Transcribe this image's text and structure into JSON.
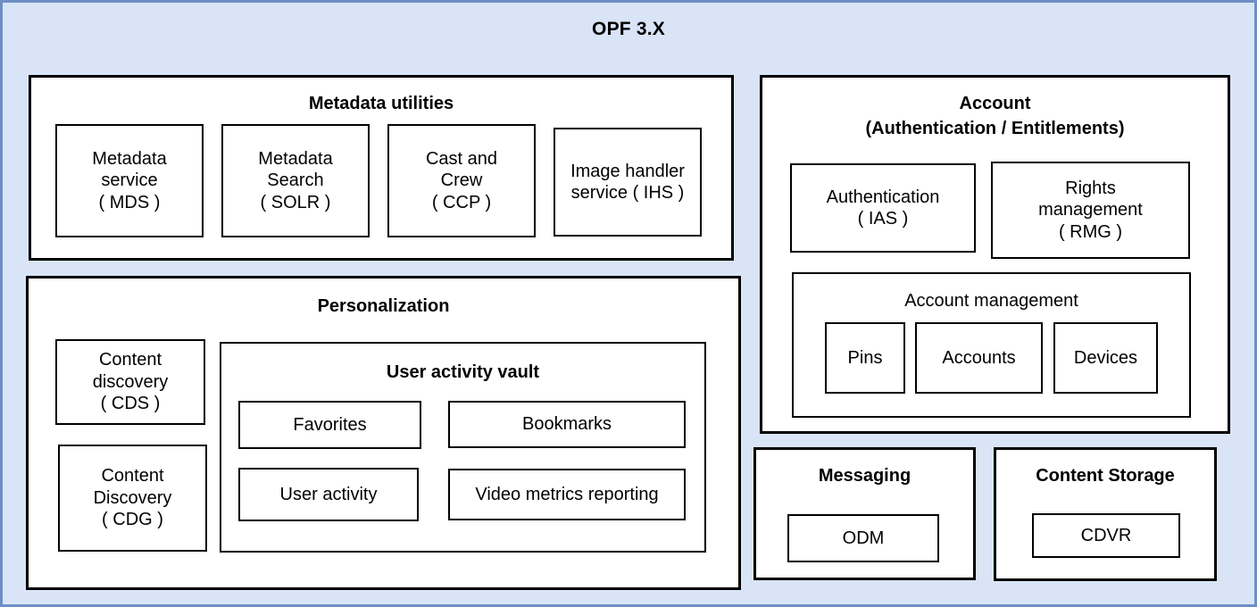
{
  "diagram": {
    "title": "OPF 3.X",
    "background_color": "#d9e4f7",
    "border_color": "#6d8fc4",
    "box_color": "#ffffff",
    "line_color": "#000000"
  },
  "groups": {
    "metadata_utilities": {
      "title": "Metadata utilities",
      "items": [
        {
          "line1": "Metadata",
          "line2": "service",
          "line3": "( MDS )"
        },
        {
          "line1": "Metadata",
          "line2": "Search",
          "line3": "( SOLR )"
        },
        {
          "line1": "Cast and",
          "line2": "Crew",
          "line3": "( CCP )"
        },
        {
          "line1": "Image handler",
          "line2": "service ( IHS )",
          "line3": ""
        }
      ]
    },
    "personalization": {
      "title": "Personalization",
      "left_items": [
        {
          "line1": "Content",
          "line2": "discovery",
          "line3": "( CDS )"
        },
        {
          "line1": "Content",
          "line2": "Discovery",
          "line3": "( CDG )"
        }
      ],
      "vault": {
        "title": "User activity vault",
        "items": [
          {
            "label": "Favorites"
          },
          {
            "label": "Bookmarks"
          },
          {
            "label": "User activity"
          },
          {
            "label": "Video metrics reporting"
          }
        ]
      }
    },
    "account": {
      "title_line1": "Account",
      "title_line2": "(Authentication / Entitlements)",
      "items": [
        {
          "line1": "Authentication",
          "line2": "( IAS )",
          "line3": ""
        },
        {
          "line1": "Rights",
          "line2": "management",
          "line3": "( RMG )"
        }
      ],
      "account_management": {
        "title": "Account management",
        "items": [
          {
            "label": "Pins"
          },
          {
            "label": "Accounts"
          },
          {
            "label": "Devices"
          }
        ]
      }
    },
    "messaging": {
      "title": "Messaging",
      "items": [
        {
          "label": "ODM"
        }
      ]
    },
    "content_storage": {
      "title": "Content Storage",
      "items": [
        {
          "label": "CDVR"
        }
      ]
    }
  }
}
